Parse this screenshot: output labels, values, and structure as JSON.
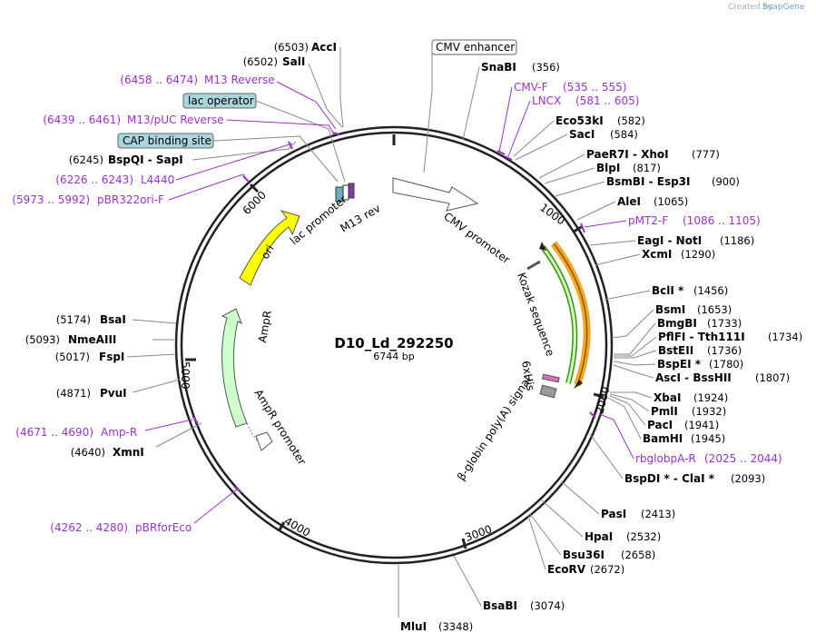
{
  "plasmid": {
    "name": "D10_Ld_292250",
    "size_label": "6744 bp",
    "length": 6744
  },
  "watermark": {
    "created_by": "Created by",
    "brand": "SnapGene"
  },
  "ticks": [
    "1000",
    "2000",
    "3000",
    "4000",
    "5000",
    "6000"
  ],
  "sites": [
    {
      "name": "AccI",
      "pos": "(6503)"
    },
    {
      "name": "SalI",
      "pos": "(6502)"
    },
    {
      "name": "SnaBI",
      "pos": "(356)"
    },
    {
      "name": "Eco53kI",
      "pos": "(582)"
    },
    {
      "name": "SacI",
      "pos": "(584)"
    },
    {
      "name": "PaeR7I - XhoI",
      "pos": "(777)"
    },
    {
      "name": "BlpI",
      "pos": "(817)"
    },
    {
      "name": "BsmBI - Esp3I",
      "pos": "(900)"
    },
    {
      "name": "AleI",
      "pos": "(1065)"
    },
    {
      "name": "EagI - NotI",
      "pos": "(1186)"
    },
    {
      "name": "XcmI",
      "pos": "(1290)"
    },
    {
      "name": "BclI *",
      "pos": "(1456)"
    },
    {
      "name": "BsmI",
      "pos": "(1653)"
    },
    {
      "name": "BmgBI",
      "pos": "(1733)"
    },
    {
      "name": "PflFI - Tth111I",
      "pos": "(1734)"
    },
    {
      "name": "BstEII",
      "pos": "(1736)"
    },
    {
      "name": "BspEI *",
      "pos": "(1780)"
    },
    {
      "name": "AscI - BssHII",
      "pos": "(1807)"
    },
    {
      "name": "XbaI",
      "pos": "(1924)"
    },
    {
      "name": "PmlI",
      "pos": "(1932)"
    },
    {
      "name": "PacI",
      "pos": "(1941)"
    },
    {
      "name": "BamHI",
      "pos": "(1945)"
    },
    {
      "name": "BspDI * - ClaI *",
      "pos": "(2093)"
    },
    {
      "name": "PasI",
      "pos": "(2413)"
    },
    {
      "name": "HpaI",
      "pos": "(2532)"
    },
    {
      "name": "Bsu36I",
      "pos": "(2658)"
    },
    {
      "name": "EcoRV",
      "pos": "(2672)"
    },
    {
      "name": "BsaBI",
      "pos": "(3074)"
    },
    {
      "name": "MluI",
      "pos": "(3348)"
    },
    {
      "name": "XmnI",
      "pos": "(4640)"
    },
    {
      "name": "PvuI",
      "pos": "(4871)"
    },
    {
      "name": "FspI",
      "pos": "(5017)"
    },
    {
      "name": "NmeAIII",
      "pos": "(5093)"
    },
    {
      "name": "BsaI",
      "pos": "(5174)"
    },
    {
      "name": "BspQI - SapI",
      "pos": "(6245)"
    }
  ],
  "primers": [
    {
      "name": "M13 Reverse",
      "range": "(6458 .. 6474)"
    },
    {
      "name": "M13/pUC Reverse",
      "range": "(6439 .. 6461)"
    },
    {
      "name": "L4440",
      "range": "(6226 .. 6243)"
    },
    {
      "name": "pBR322ori-F",
      "range": "(5973 .. 5992)"
    },
    {
      "name": "CMV-F",
      "range": "(535 .. 555)"
    },
    {
      "name": "LNCX",
      "range": "(581 .. 605)"
    },
    {
      "name": "pMT2-F",
      "range": "(1086 .. 1105)"
    },
    {
      "name": "rbglobpA-R",
      "range": "(2025 .. 2044)"
    },
    {
      "name": "Amp-R",
      "range": "(4671 .. 4690)"
    },
    {
      "name": "pBRforEco",
      "range": "(4262 .. 4280)"
    }
  ],
  "boxed_features": [
    {
      "name": "CMV enhancer",
      "style": "plain"
    },
    {
      "name": "lac operator",
      "style": "blue"
    },
    {
      "name": "CAP binding site",
      "style": "blue"
    }
  ],
  "features": [
    {
      "name": "CMV promoter"
    },
    {
      "name": "Kozak sequence"
    },
    {
      "name": "6xHis"
    },
    {
      "name": "β-globin poly(A) signal"
    },
    {
      "name": "AmpR"
    },
    {
      "name": "AmpR promoter"
    },
    {
      "name": "ori"
    },
    {
      "name": "lac promoter"
    },
    {
      "name": "M13 rev"
    }
  ],
  "colors": {
    "primer": "#9b30d0",
    "ori": "#ffff00",
    "ampr": "#ccffcc",
    "orf_green": "#339900",
    "orf_orange": "#f5a623",
    "box_blue": "#a9d5de"
  }
}
